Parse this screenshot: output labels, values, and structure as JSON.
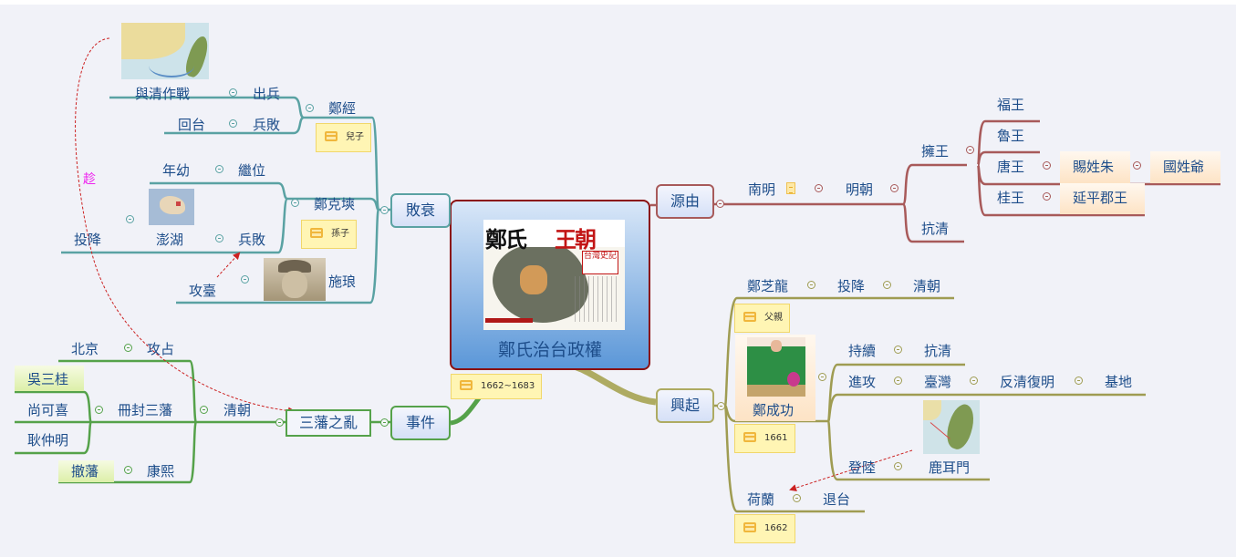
{
  "central": {
    "title": "鄭氏治台政權",
    "cover_title_black": "鄭氏",
    "cover_title_red": "王朝",
    "cover_stamp": "台灣史記",
    "note": "1662~1683"
  },
  "colors": {
    "origin_branch": "#a85a5a",
    "decline_branch": "#5aa2a3",
    "rise_branch": "#9f9c52",
    "event_branch": "#55a24a",
    "central_border": "#8b1010",
    "relation_arrow": "#cc2222",
    "relation_label": "#ee22ee"
  },
  "origin": {
    "label": "源由",
    "nanming": "南明",
    "ming": "明朝",
    "yongwang": "擁王",
    "kangqing": "抗清",
    "princes": [
      "福王",
      "魯王",
      "唐王",
      "桂王"
    ],
    "cixingzhu": "賜姓朱",
    "guoxingye": "國姓爺",
    "yanping": "延平郡王"
  },
  "rise": {
    "label": "興起",
    "zheng_zhilong": "鄭芝龍",
    "surrender": "投降",
    "qing": "清朝",
    "father_note": "父親",
    "zheng_chenggong": "鄭成功",
    "chenggong_note": "1661",
    "chixu": "持續",
    "kangqing": "抗清",
    "jingong": "進攻",
    "taiwan": "臺灣",
    "fanqing": "反清復明",
    "jidi": "基地",
    "denglu": "登陸",
    "luermen": "鹿耳門",
    "helan": "荷蘭",
    "tuitai": "退台",
    "helan_note": "1662"
  },
  "decline": {
    "label": "敗衰",
    "zheng_jing": "鄭經",
    "jing_note": "兒子",
    "yuqing": "與清作戰",
    "chubing": "出兵",
    "huitai": "回台",
    "bingbai": "兵敗",
    "zheng_keshuang": "鄭克塽",
    "keshuang_note": "孫子",
    "nianyou": "年幼",
    "jiwei": "繼位",
    "penghu": "澎湖",
    "bingbai2": "兵敗",
    "touxiang": "投降",
    "shilang": "施琅",
    "gongtai": "攻臺"
  },
  "event": {
    "label": "事件",
    "sanfan": "三藩之亂",
    "qing": "清朝",
    "beijing": "北京",
    "gongzhan": "攻占",
    "cefeng": "冊封三藩",
    "wu": "吳三桂",
    "shang": "尚可喜",
    "geng": "耿仲明",
    "chefan": "撤藩",
    "kangxi": "康熙"
  },
  "relation": {
    "label": "趁"
  }
}
